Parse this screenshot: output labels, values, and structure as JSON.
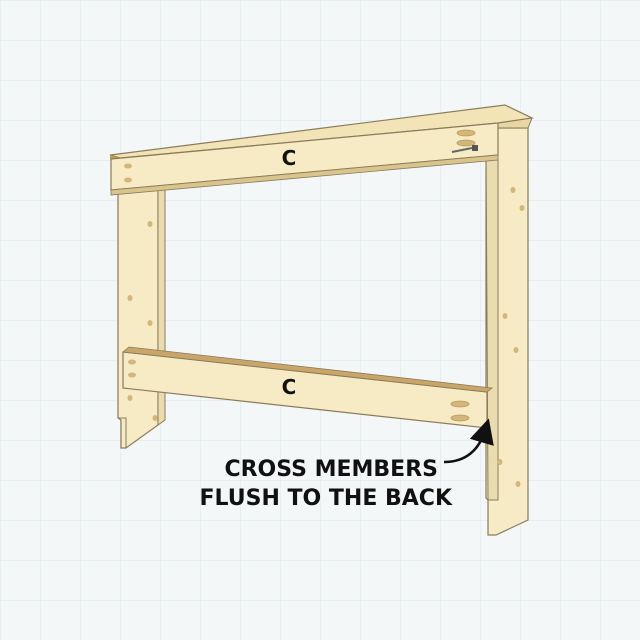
{
  "parts": {
    "top_cross_member": {
      "letter": "C"
    },
    "bottom_cross_member": {
      "letter": "C"
    }
  },
  "callout": {
    "line1": "CROSS MEMBERS",
    "line2": "FLUSH TO THE BACK"
  },
  "colors": {
    "background": "#f3f7f8",
    "grid_line": "#d9e6ea",
    "wood_face": "#f7ebc6",
    "wood_side": "#eadcae",
    "wood_edge": "#d9c48d",
    "wood_end": "#c49a55",
    "outline": "#8b7b5b",
    "text": "#111111"
  }
}
